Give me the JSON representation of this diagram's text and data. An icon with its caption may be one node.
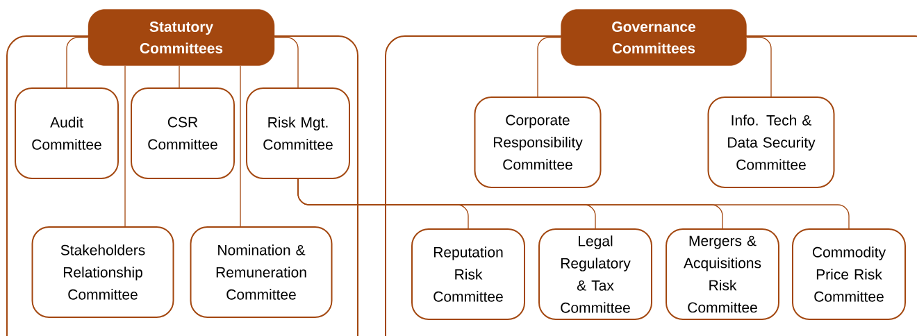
{
  "diagram": {
    "nodes": [
      {
        "text": [
          "Statutory Committees"
        ]
      },
      {
        "text": [
          "Audit Committee"
        ]
      },
      {
        "text": [
          "CSR Committee"
        ]
      },
      {
        "text": [
          "Risk Mgt. Committee"
        ]
      },
      {
        "text": [
          "Stakeholders Relationship Committee"
        ]
      },
      {
        "text": [
          "Nomination & Remuneration Committee"
        ]
      },
      {
        "text": [
          "Governance Committees"
        ]
      },
      {
        "text": [
          "Corporate Responsibility Committee"
        ]
      },
      {
        "text": [
          "Info. Tech & Data Security Committee"
        ]
      },
      {
        "text": [
          "Reputation Risk Committee"
        ]
      },
      {
        "text": [
          "Legal Regulatory & Tax Committee"
        ]
      },
      {
        "text": [
          "Mergers & Acquisitions Risk Committee"
        ]
      },
      {
        "text": [
          "Commodity Price Risk Committee"
        ]
      }
    ],
    "edges": [
      {
        "from": 0,
        "to": 1,
        "arrow": "none"
      },
      {
        "from": 0,
        "to": 2,
        "arrow": "none"
      },
      {
        "from": 0,
        "to": 3,
        "arrow": "none"
      },
      {
        "from": 0,
        "to": 4,
        "arrow": "none"
      },
      {
        "from": 0,
        "to": 5,
        "arrow": "none"
      },
      {
        "from": 6,
        "to": 7,
        "arrow": "none"
      },
      {
        "from": 6,
        "to": 8,
        "arrow": "none"
      },
      {
        "from": 3,
        "to": 9,
        "arrow": "none"
      },
      {
        "from": 3,
        "to": 10,
        "arrow": "none"
      },
      {
        "from": 3,
        "to": 11,
        "arrow": "none"
      },
      {
        "from": 3,
        "to": 12,
        "arrow": "none"
      }
    ]
  }
}
